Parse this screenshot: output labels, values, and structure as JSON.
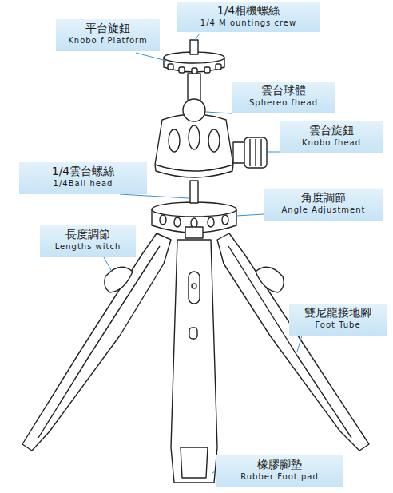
{
  "diagram": {
    "nodes": [
      {
        "text": [
          "1/4相機螺絲",
          "1/4 M ountings crew"
        ]
      },
      {
        "text": [
          "平台旋鈕",
          "Knobo f Platform"
        ]
      },
      {
        "text": [
          "雲台球體",
          "Sphereo fhead"
        ]
      },
      {
        "text": [
          "雲台旋鈕",
          "Knobo fhead"
        ]
      },
      {
        "text": [
          "1/4雲台螺絲",
          "1/4Ball head"
        ]
      },
      {
        "text": [
          "角度調節",
          "Angle Adjustment"
        ]
      },
      {
        "text": [
          "長度調節",
          "Lengths witch"
        ]
      },
      {
        "text": [
          "雙尼龍接地腳",
          "Foot Tube"
        ]
      },
      {
        "text": [
          "橡膠腳墊",
          "Rubber Foot pad"
        ]
      }
    ]
  }
}
